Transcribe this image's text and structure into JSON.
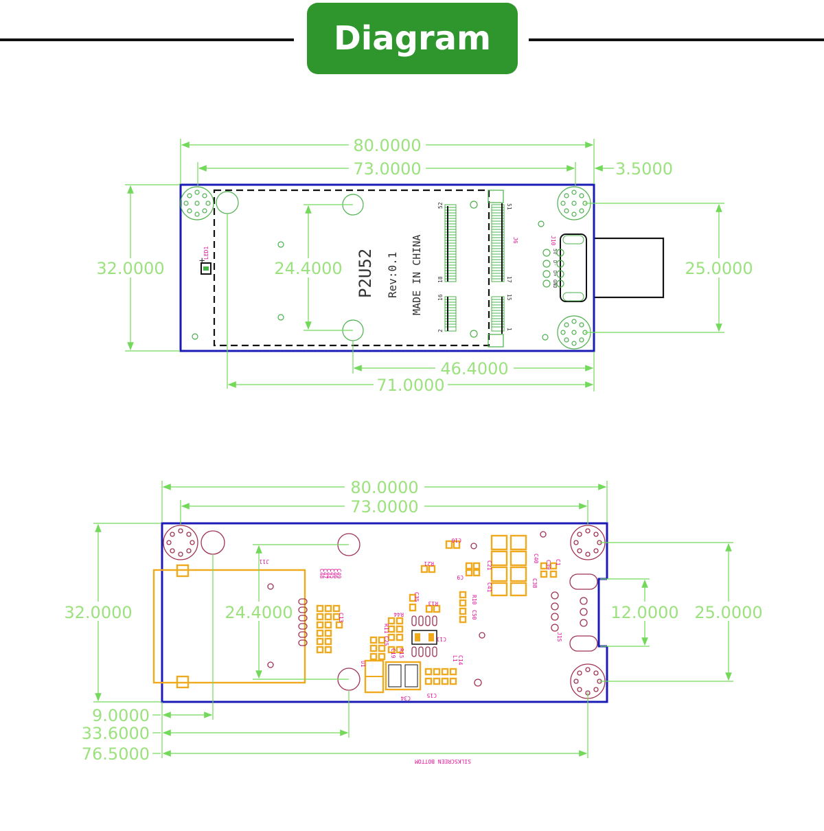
{
  "header": {
    "title": "Diagram"
  },
  "colors": {
    "accent": "#2e962d",
    "dimension": "#72d95a",
    "board_outline": "#1a1ab4",
    "pads": "#f0a91c",
    "silkscreen_ref": "#e2159a"
  },
  "top_view": {
    "dims": {
      "overall_length": "80.0000",
      "hole_spacing": "73.0000",
      "connector_overhang": "3.5000",
      "board_width": "32.0000",
      "inner_hole_spacing": "24.4000",
      "right_hole_spacing": "25.0000",
      "slot_offset": "46.4000",
      "hole_offset": "71.0000"
    },
    "silkscreen": {
      "model": "P2U52",
      "revision": "Rev:0.1",
      "origin": "MADE IN CHINA",
      "led_ref": "LED1",
      "connector_ref": "J6",
      "usb_ref": "J10",
      "pin_52": "52",
      "pin_51": "51",
      "pin_18": "18",
      "pin_17": "17",
      "pin_16": "16",
      "pin_15": "15",
      "pin_2": "2",
      "pin_1": "1",
      "usb_pin_5v": "5V",
      "usb_pin_dm": "D-",
      "usb_pin_dp": "D+",
      "usb_pin_gnd": "GND"
    }
  },
  "bottom_view": {
    "dims": {
      "overall_length": "80.0000",
      "hole_spacing": "73.0000",
      "board_width": "32.0000",
      "inner_hole_spacing": "24.4000",
      "usb_width": "12.0000",
      "right_hole_spacing": "25.0000",
      "offset_a": "9.0000",
      "offset_b": "33.6000",
      "offset_c": "76.5000"
    },
    "silkscreen": {
      "layer_label": "SILKSCREEN BOTTOM",
      "refs": [
        "J11",
        "C10",
        "R21",
        "C9",
        "C21",
        "C41",
        "C40",
        "C38",
        "C39",
        "C1",
        "C35",
        "R13",
        "R10",
        "C50",
        "R44",
        "R11",
        "C25",
        "C19",
        "R15",
        "C11",
        "U1",
        "C34",
        "L1",
        "C14",
        "C15",
        "C13",
        "C44",
        "C45",
        "C46",
        "C47",
        "C48",
        "C49",
        "J1S"
      ]
    }
  }
}
